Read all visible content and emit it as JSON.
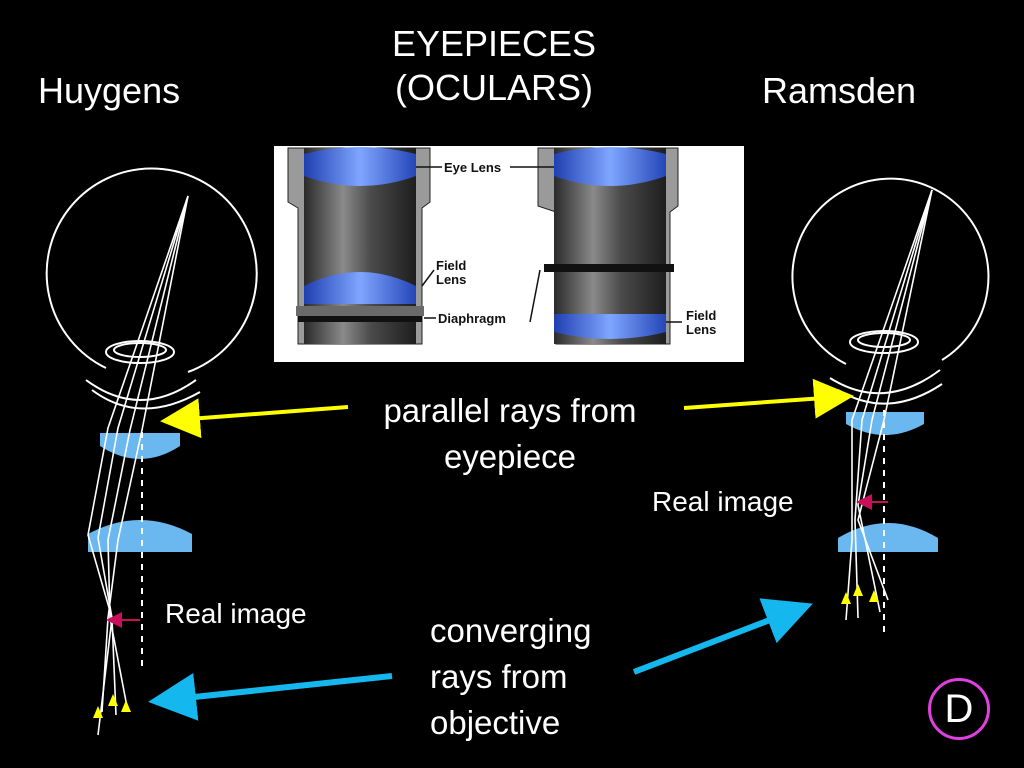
{
  "title": {
    "line1": "EYEPIECES",
    "line2": "(OCULARS)"
  },
  "left_heading": "Huygens",
  "right_heading": "Ramsden",
  "photo_labels": {
    "eye_lens": "Eye Lens",
    "field_lens_left_1": "Field",
    "field_lens_left_2": "Lens",
    "diaphragm": "Diaphragm",
    "field_lens_right_1": "Field",
    "field_lens_right_2": "Lens"
  },
  "parallel_rays": {
    "line1": "parallel rays from",
    "line2": "eyepiece"
  },
  "converging_rays": {
    "line1": "converging",
    "line2": "rays from",
    "line3": "objective"
  },
  "real_image_left": "Real image",
  "real_image_right": "Real image",
  "badge": "D",
  "colors": {
    "background": "#000000",
    "lens": "#6bb8f0",
    "yellow_arrow": "#ffff00",
    "cyan_arrow": "#14b8ee",
    "image_arrow": "#c8105a",
    "badge": "#e040e0"
  }
}
